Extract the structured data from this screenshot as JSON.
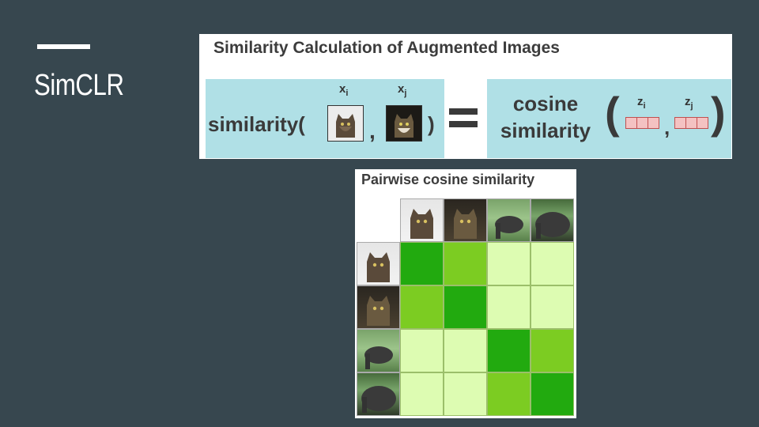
{
  "slide": {
    "title": "SimCLR"
  },
  "top_figure": {
    "title": "Similarity Calculation of Augmented Images",
    "similarity_word": "similarity(",
    "close_paren": ")",
    "comma": ",",
    "x_i": "x",
    "x_i_sub": "i",
    "x_j": "x",
    "x_j_sub": "j",
    "cosine_line1": "cosine",
    "cosine_line2": "similarity",
    "open_big_paren": "(",
    "close_big_paren": ")",
    "z_i": "z",
    "z_i_sub": "i",
    "z_j": "z",
    "z_j_sub": "j"
  },
  "matrix": {
    "title": "Pairwise cosine similarity",
    "headers": [
      "cat",
      "cat (dark)",
      "elephant",
      "elephant (close)"
    ],
    "levels": [
      [
        3,
        2,
        1,
        1
      ],
      [
        2,
        3,
        1,
        1
      ],
      [
        1,
        1,
        3,
        2
      ],
      [
        1,
        1,
        2,
        3
      ]
    ],
    "colors": {
      "level_3": "#22aa0f",
      "level_2": "#7ccc22",
      "level_1": "#ddfcb2"
    }
  },
  "colors": {
    "background": "#37474f",
    "panel": "#b0e0e6",
    "vector_cell": "#f4c2c2"
  }
}
